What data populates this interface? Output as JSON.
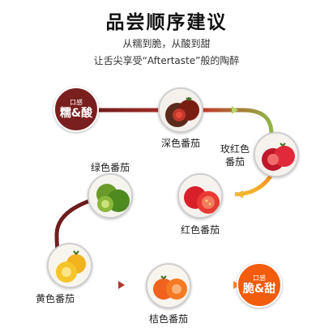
{
  "header": {
    "title": "品尝顺序建议",
    "subtitle_1": "从糯到脆，从酸到甜",
    "subtitle_2": "让舌尖享受“Aftertaste”般的陶醉"
  },
  "start_badge": {
    "small": "口感",
    "big": "糯&酸",
    "color": "#7a1f1f"
  },
  "end_badge": {
    "small": "口感",
    "big": "脆&甜",
    "color": "#f25c0c"
  },
  "steps": [
    {
      "label": "深色番茄"
    },
    {
      "label": "玫红色",
      "label_2": "番茄"
    },
    {
      "label": "红色番茄"
    },
    {
      "label": "绿色番茄"
    },
    {
      "label": "黄色番茄"
    },
    {
      "label": "桔色番茄"
    }
  ],
  "colors": {
    "path_dark": "#6b1c1c",
    "path_orange": "#f58a1f",
    "path_yellow": "#f2b82e",
    "path_green": "#7cb342"
  }
}
